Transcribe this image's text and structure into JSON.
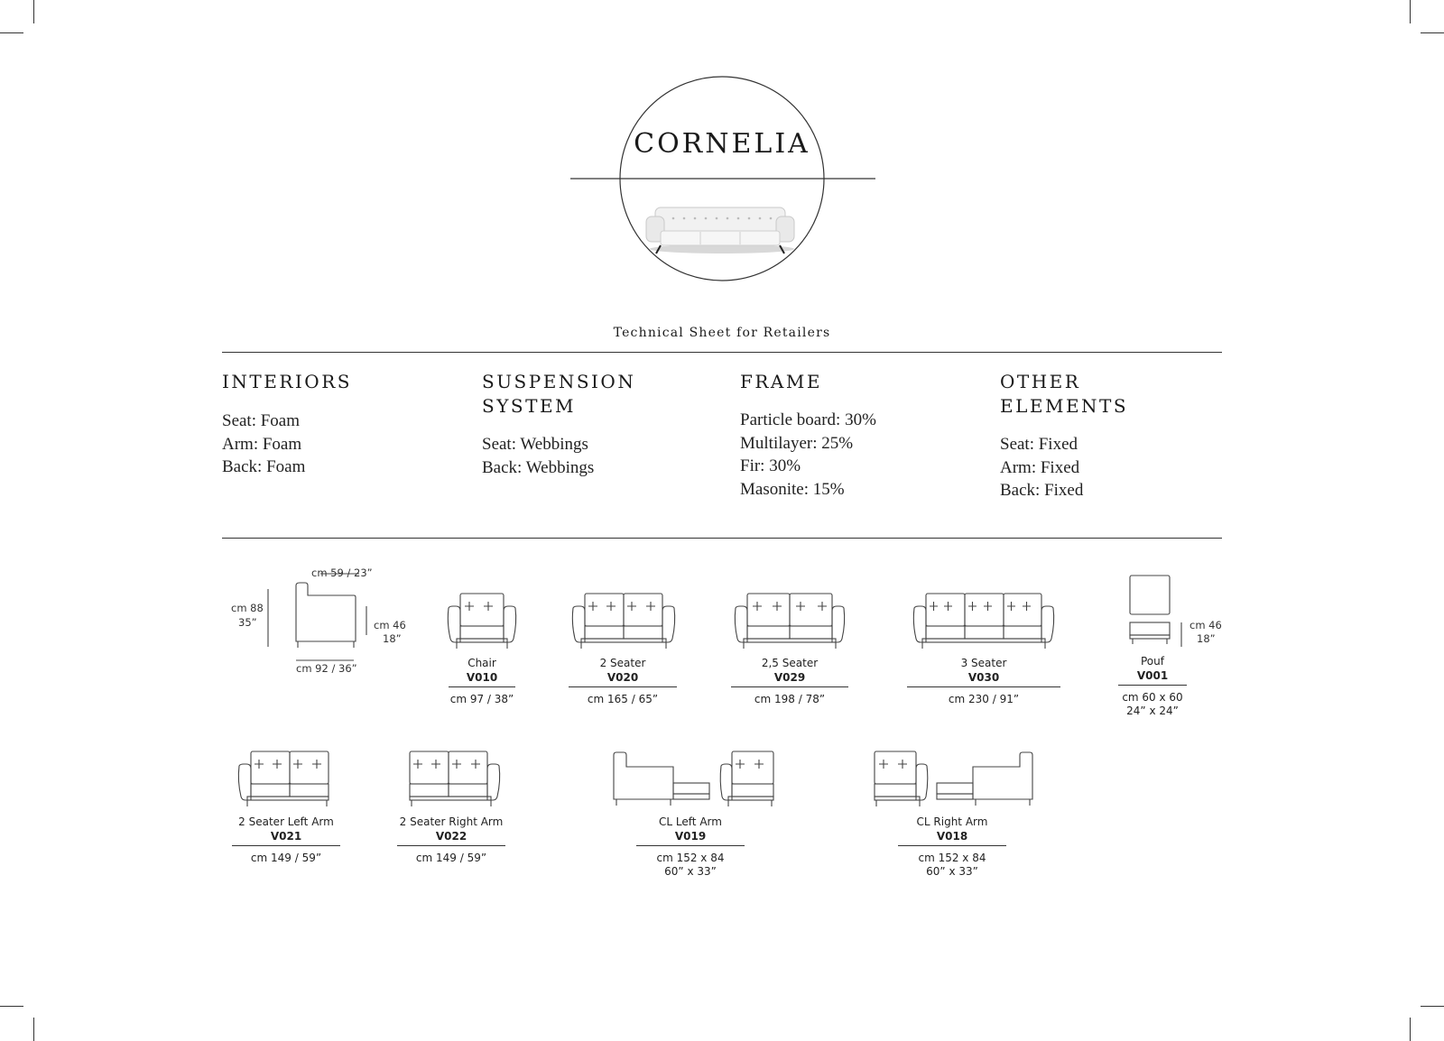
{
  "header": {
    "product_name": "CORNELIA",
    "subtitle": "Technical Sheet for Retailers"
  },
  "specs": [
    {
      "heading": "INTERIORS",
      "items": [
        "Seat: Foam",
        "Arm: Foam",
        "Back: Foam"
      ]
    },
    {
      "heading": "SUSPENSION SYSTEM",
      "items": [
        "Seat: Webbings",
        "Back: Webbings"
      ]
    },
    {
      "heading": "FRAME",
      "items": [
        "Particle board: 30%",
        "Multilayer: 25%",
        "Fir: 30%",
        "Masonite: 15%"
      ]
    },
    {
      "heading": "OTHER ELEMENTS",
      "items": [
        "Seat: Fixed",
        "Arm: Fixed",
        "Back: Fixed"
      ]
    }
  ],
  "side_view": {
    "depth_top": "cm 59 / 23”",
    "height": "cm 88",
    "height_in": "35”",
    "seat_height": "cm 46",
    "seat_height_in": "18”",
    "depth": "cm 92 / 36”"
  },
  "models_row1": [
    {
      "name": "Chair",
      "code": "V010",
      "size": "cm 97 / 38”"
    },
    {
      "name": "2 Seater",
      "code": "V020",
      "size": "cm 165 / 65”"
    },
    {
      "name": "2,5 Seater",
      "code": "V029",
      "size": "cm 198 / 78”"
    },
    {
      "name": "3 Seater",
      "code": "V030",
      "size": "cm 230 / 91”"
    },
    {
      "name": "Pouf",
      "code": "V001",
      "size": "cm 60 x 60",
      "size2": "24” x 24”",
      "seat_height": "cm 46",
      "seat_height_in": "18”"
    }
  ],
  "models_row2": [
    {
      "name": "2 Seater Left Arm",
      "code": "V021",
      "size": "cm 149 / 59”"
    },
    {
      "name": "2 Seater Right Arm",
      "code": "V022",
      "size": "cm 149 / 59”"
    },
    {
      "name": "CL Left Arm",
      "code": "V019",
      "size": "cm 152 x 84",
      "size2": "60” x 33”"
    },
    {
      "name": "CL Right Arm",
      "code": "V018",
      "size": "cm 152 x 84",
      "size2": "60” x 33”"
    }
  ]
}
